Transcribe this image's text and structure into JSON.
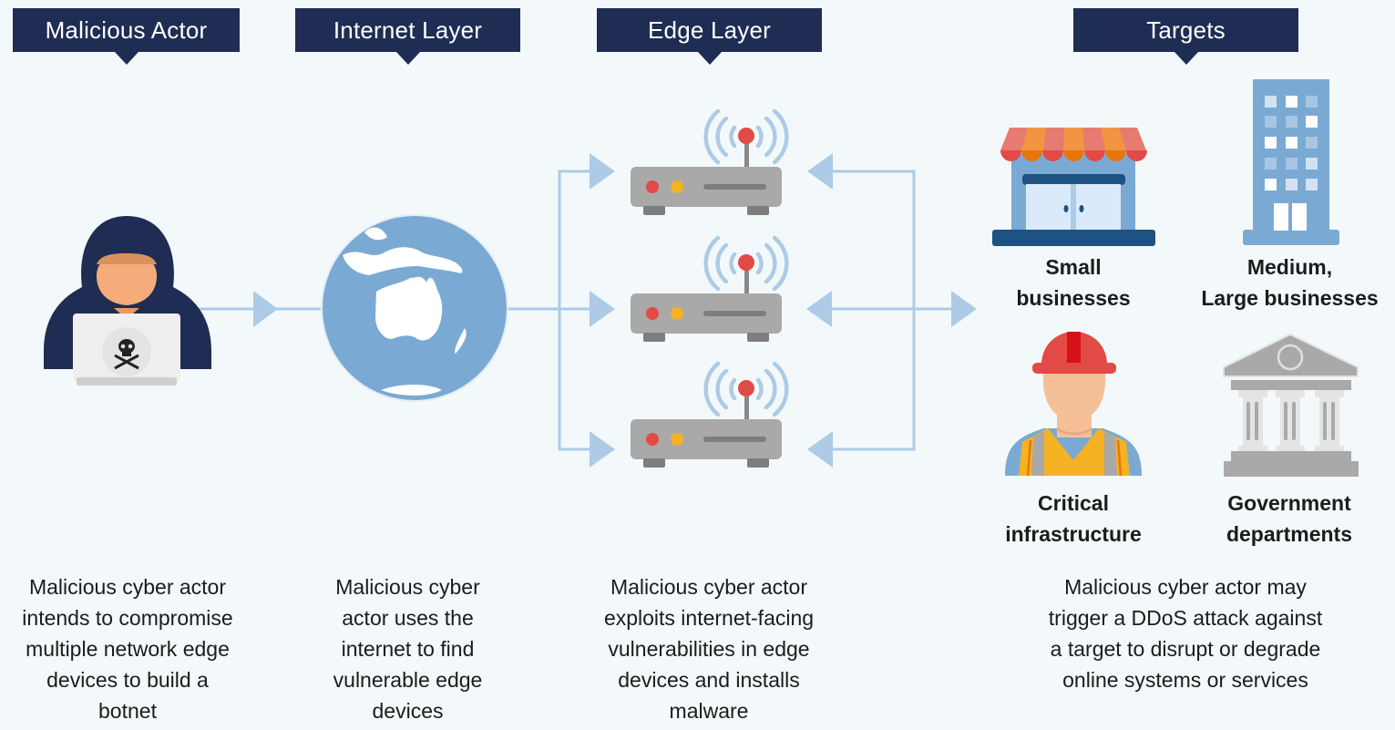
{
  "headers": {
    "actor": "Malicious Actor",
    "internet": "Internet Layer",
    "edge": "Edge Layer",
    "targets": "Targets"
  },
  "descriptions": {
    "actor": [
      "Malicious cyber actor",
      "intends to compromise",
      "multiple network edge",
      "devices to build a",
      "botnet"
    ],
    "internet": [
      "Malicious cyber",
      "actor uses the",
      "internet to find",
      "vulnerable edge",
      "devices"
    ],
    "edge": [
      "Malicious cyber actor",
      "exploits internet-facing",
      "vulnerabilities in edge",
      "devices and installs",
      "malware"
    ],
    "targets": [
      "Malicious cyber actor may",
      "trigger a DDoS attack against",
      "a target to disrupt or degrade",
      "online systems or services"
    ]
  },
  "targets": {
    "small": [
      "Small",
      "businesses"
    ],
    "large": [
      "Medium,",
      "Large businesses"
    ],
    "critical": [
      "Critical",
      "infrastructure"
    ],
    "government": [
      "Government",
      "departments"
    ]
  },
  "icons": {
    "actor": "hooded-hacker-laptop-skull-icon",
    "internet": "globe-icon",
    "edge": "wifi-router-icon",
    "small": "storefront-icon",
    "large": "office-building-icon",
    "critical": "construction-worker-icon",
    "government": "government-building-icon"
  },
  "colors": {
    "header_bg": "#1f2d54",
    "arrow": "#adcbe6",
    "globe": "#7aaad3",
    "router": "#a9a9a9",
    "background": "#f3f9fa"
  }
}
